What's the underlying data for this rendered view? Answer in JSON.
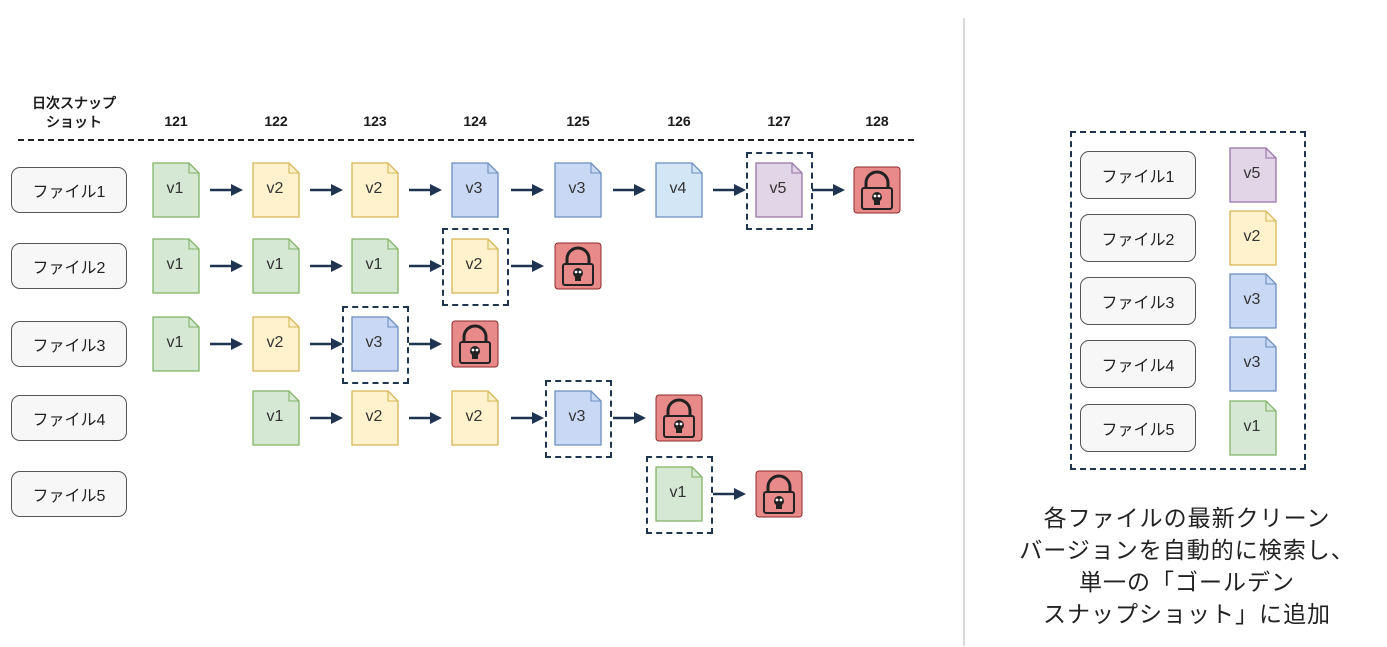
{
  "header": {
    "label_line1": "日次スナップ",
    "label_line2": "ショット",
    "columns": [
      "121",
      "122",
      "123",
      "124",
      "125",
      "126",
      "127",
      "128"
    ]
  },
  "files": [
    {
      "label": "ファイル1",
      "versions": [
        {
          "col": "121",
          "version": "v1",
          "color": "green"
        },
        {
          "col": "122",
          "version": "v2",
          "color": "yellow"
        },
        {
          "col": "123",
          "version": "v2",
          "color": "yellow"
        },
        {
          "col": "124",
          "version": "v3",
          "color": "blue"
        },
        {
          "col": "125",
          "version": "v3",
          "color": "blue"
        },
        {
          "col": "126",
          "version": "v4",
          "color": "lightblue"
        },
        {
          "col": "127",
          "version": "v5",
          "color": "purple",
          "selected": true
        }
      ],
      "locked_at": "128"
    },
    {
      "label": "ファイル2",
      "versions": [
        {
          "col": "121",
          "version": "v1",
          "color": "green"
        },
        {
          "col": "122",
          "version": "v1",
          "color": "green"
        },
        {
          "col": "123",
          "version": "v1",
          "color": "green"
        },
        {
          "col": "124",
          "version": "v2",
          "color": "yellow",
          "selected": true
        }
      ],
      "locked_at": "125"
    },
    {
      "label": "ファイル3",
      "versions": [
        {
          "col": "121",
          "version": "v1",
          "color": "green"
        },
        {
          "col": "122",
          "version": "v2",
          "color": "yellow"
        },
        {
          "col": "123",
          "version": "v3",
          "color": "blue",
          "selected": true
        }
      ],
      "locked_at": "124"
    },
    {
      "label": "ファイル4",
      "versions": [
        {
          "col": "122",
          "version": "v1",
          "color": "green"
        },
        {
          "col": "123",
          "version": "v2",
          "color": "yellow"
        },
        {
          "col": "124",
          "version": "v2",
          "color": "yellow"
        },
        {
          "col": "125",
          "version": "v3",
          "color": "blue",
          "selected": true
        }
      ],
      "locked_at": "126"
    },
    {
      "label": "ファイル5",
      "versions": [
        {
          "col": "126",
          "version": "v1",
          "color": "green",
          "selected": true
        }
      ],
      "locked_at": "127"
    }
  ],
  "golden_snapshot": [
    {
      "label": "ファイル1",
      "version": "v5",
      "color": "purple"
    },
    {
      "label": "ファイル2",
      "version": "v2",
      "color": "yellow"
    },
    {
      "label": "ファイル3",
      "version": "v3",
      "color": "blue"
    },
    {
      "label": "ファイル4",
      "version": "v3",
      "color": "blue"
    },
    {
      "label": "ファイル5",
      "version": "v1",
      "color": "green"
    }
  ],
  "caption": [
    "各ファイルの最新クリーン",
    "バージョンを自動的に検索し、",
    "単一の「ゴールデン",
    "スナップショット」に追加"
  ],
  "colors": {
    "green": {
      "fill": "#d5e8d4",
      "stroke": "#82b366"
    },
    "yellow": {
      "fill": "#fff2cc",
      "stroke": "#d6b656"
    },
    "blue": {
      "fill": "#c9d9f5",
      "stroke": "#6c8ebf"
    },
    "lightblue": {
      "fill": "#d3e6f5",
      "stroke": "#6c8ebf"
    },
    "purple": {
      "fill": "#e1d5e7",
      "stroke": "#9673a6"
    },
    "lock_fill": "#e8898a",
    "lock_stroke": "#8c2a2a",
    "arrow": "#1e3450",
    "selection": "#1e3450"
  }
}
